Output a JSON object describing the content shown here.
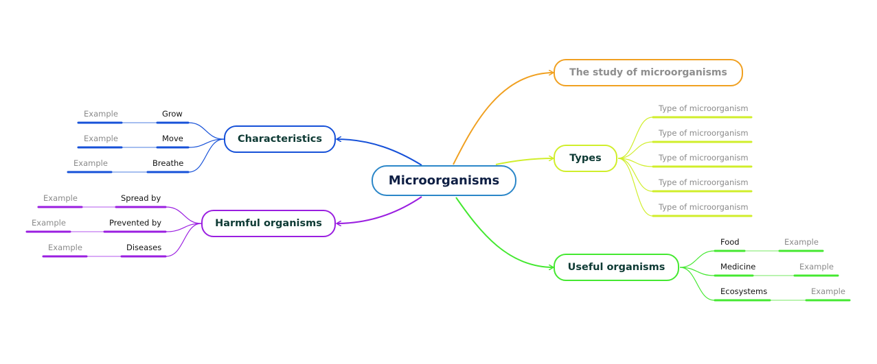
{
  "center": {
    "label": "Microorganisms",
    "color": "#2a86c8"
  },
  "branches": {
    "study": {
      "label": "The study of microorganisms",
      "color": "#f0a020"
    },
    "types": {
      "label": "Types",
      "color": "#d0ee2a",
      "items": [
        "Type of microorganism",
        "Type of microorganism",
        "Type of microorganism",
        "Type of microorganism",
        "Type of microorganism"
      ]
    },
    "useful": {
      "label": "Useful organisms",
      "color": "#44e830",
      "items": [
        {
          "label": "Food",
          "example": "Example"
        },
        {
          "label": "Medicine",
          "example": "Example"
        },
        {
          "label": "Ecosystems",
          "example": "Example"
        }
      ]
    },
    "characteristics": {
      "label": "Characteristics",
      "color": "#1550d8",
      "items": [
        {
          "label": "Grow",
          "example": "Example"
        },
        {
          "label": "Move",
          "example": "Example"
        },
        {
          "label": "Breathe",
          "example": "Example"
        }
      ]
    },
    "harmful": {
      "label": "Harmful organisms",
      "color": "#9a1ee0",
      "items": [
        {
          "label": "Spread by",
          "example": "Example"
        },
        {
          "label": "Prevented by",
          "example": "Example"
        },
        {
          "label": "Diseases",
          "example": "Example"
        }
      ]
    }
  }
}
